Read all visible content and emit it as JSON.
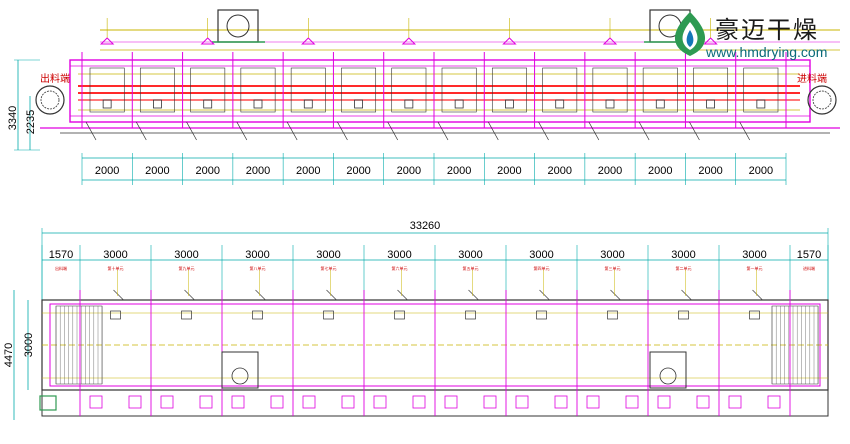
{
  "brand": {
    "name": "豪迈干燥",
    "url": "www.hmdrying.com",
    "colors": {
      "logo_green": "#2e9a52",
      "logo_blue": "#1477b8",
      "url_text": "#0a6a7a"
    }
  },
  "elevation_view": {
    "outlet_label": "出料端",
    "inlet_label": "进料端",
    "height_dims": [
      "3340",
      "2235"
    ],
    "section_dims": [
      "2000",
      "2000",
      "2000",
      "2000",
      "2000",
      "2000",
      "2000",
      "2000",
      "2000",
      "2000",
      "2000",
      "2000",
      "2000",
      "2000"
    ]
  },
  "plan_view": {
    "total_length": "33260",
    "end_dims": [
      "1570",
      "1570"
    ],
    "unit_dims": [
      "3000",
      "3000",
      "3000",
      "3000",
      "3000",
      "3000",
      "3000",
      "3000",
      "3000",
      "3000"
    ],
    "width_dims": [
      "4470",
      "3000"
    ],
    "zone_labels": [
      "出料端",
      "第十单元",
      "第九单元",
      "第八单元",
      "第七单元",
      "第六单元",
      "第五单元",
      "第四单元",
      "第三单元",
      "第二单元",
      "第一单元",
      "进料端"
    ]
  },
  "colors": {
    "frame": "#e000e0",
    "belt": "#ff2a2a",
    "guide": "#c8b400",
    "dimension": "#00aaaa",
    "structure": "#333333"
  }
}
